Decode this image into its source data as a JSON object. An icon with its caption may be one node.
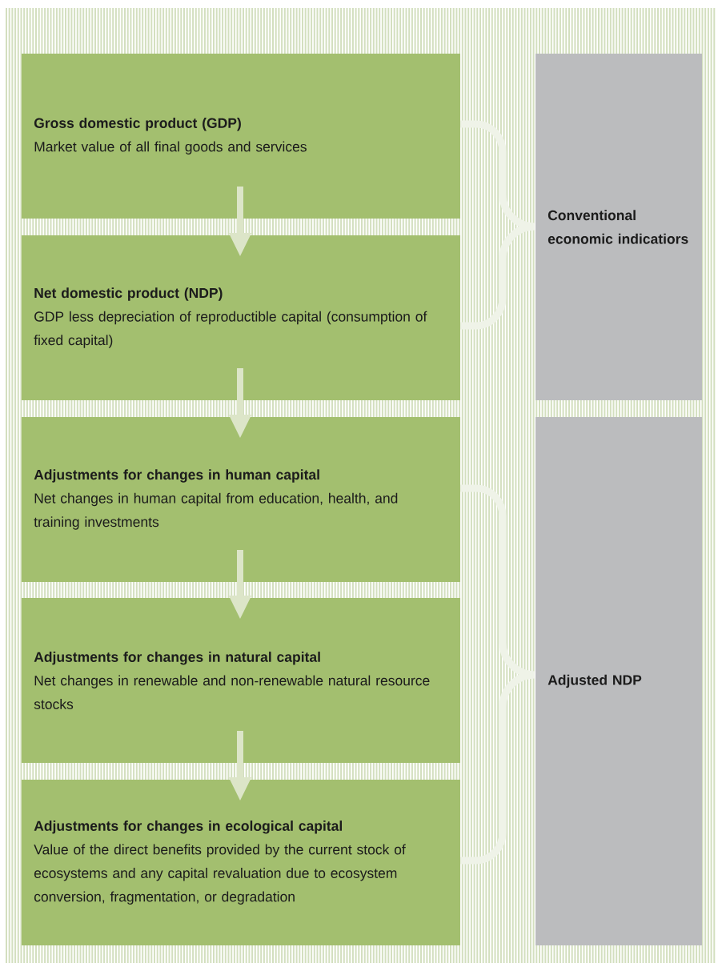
{
  "diagram": {
    "nodes": [
      {
        "text": [
          "Gross domestic product (GDP)",
          "Market value of all final goods and services"
        ]
      },
      {
        "text": [
          "Net domestic product (NDP)",
          "GDP less depreciation of reproductible capital (consumption of fixed capital)"
        ]
      },
      {
        "text": [
          "Adjustments for changes in human capital",
          "Net changes in human capital from education, health, and training investments"
        ]
      },
      {
        "text": [
          "Adjustments for changes in natural capital",
          "Net changes in renewable and non-renewable natural resource stocks"
        ]
      },
      {
        "text": [
          "Adjustments for changes in ecological capital",
          "Value of the direct benefits provided by the current stock of ecosystems and any capital revaluation due to ecosystem conversion, fragmentation, or degradation"
        ]
      },
      {
        "text": [
          "Conventional economic indicatiors"
        ]
      },
      {
        "text": [
          "Adjusted NDP"
        ]
      }
    ],
    "edges": [
      {
        "from": 0,
        "to": 1,
        "arrow": "to"
      },
      {
        "from": 1,
        "to": 2,
        "arrow": "to"
      },
      {
        "from": 2,
        "to": 3,
        "arrow": "to"
      },
      {
        "from": 3,
        "to": 4,
        "arrow": "to"
      }
    ]
  }
}
